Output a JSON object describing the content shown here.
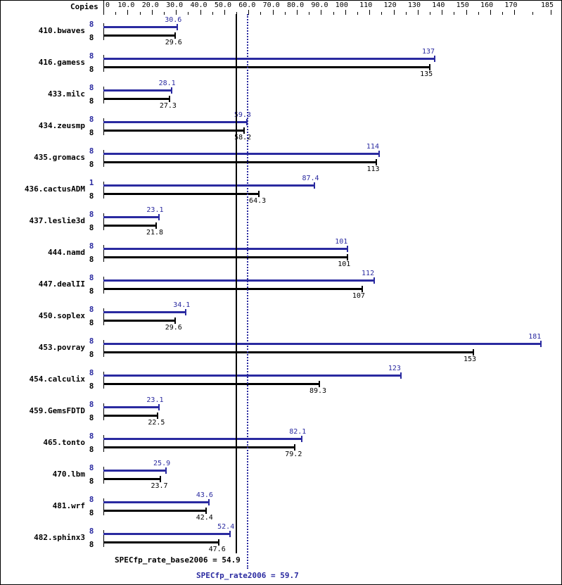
{
  "chart_data": {
    "type": "bar",
    "orientation": "horizontal",
    "title": "",
    "xlabel": "",
    "ylabel": "",
    "copies_header": "Copies",
    "xlim": [
      0,
      185
    ],
    "tick_labels": [
      "0",
      "10.0",
      "20.0",
      "30.0",
      "40.0",
      "50.0",
      "60.0",
      "70.0",
      "80.0",
      "90.0",
      "100",
      "110",
      "120",
      "130",
      "140",
      "150",
      "160",
      "170",
      "185"
    ],
    "tick_values": [
      0,
      10,
      20,
      30,
      40,
      50,
      60,
      70,
      80,
      90,
      100,
      110,
      120,
      130,
      140,
      150,
      160,
      170,
      185
    ],
    "categories": [
      "410.bwaves",
      "416.gamess",
      "433.milc",
      "434.zeusmp",
      "435.gromacs",
      "436.cactusADM",
      "437.leslie3d",
      "444.namd",
      "447.dealII",
      "450.soplex",
      "453.povray",
      "454.calculix",
      "459.GemsFDTD",
      "465.tonto",
      "470.lbm",
      "481.wrf",
      "482.sphinx3"
    ],
    "series": [
      {
        "name": "SPECfp_rate2006 (peak)",
        "color": "#2a2aa0",
        "copies": [
          8,
          8,
          8,
          8,
          8,
          1,
          8,
          8,
          8,
          8,
          8,
          8,
          8,
          8,
          8,
          8,
          8
        ],
        "values": [
          30.6,
          137,
          28.1,
          59.3,
          114,
          87.4,
          23.1,
          101,
          112,
          34.1,
          181,
          123,
          23.1,
          82.1,
          25.9,
          43.6,
          52.4
        ],
        "labels": [
          "30.6",
          "137",
          "28.1",
          "59.3",
          "114",
          "87.4",
          "23.1",
          "101",
          "112",
          "34.1",
          "181",
          "123",
          "23.1",
          "82.1",
          "25.9",
          "43.6",
          "52.4"
        ]
      },
      {
        "name": "SPECfp_rate_base2006 (base)",
        "color": "#000000",
        "copies": [
          8,
          8,
          8,
          8,
          8,
          8,
          8,
          8,
          8,
          8,
          8,
          8,
          8,
          8,
          8,
          8,
          8
        ],
        "values": [
          29.6,
          135,
          27.3,
          58.2,
          113,
          64.3,
          21.8,
          101,
          107,
          29.6,
          153,
          89.3,
          22.5,
          79.2,
          23.7,
          42.4,
          47.6
        ],
        "labels": [
          "29.6",
          "135",
          "27.3",
          "58.2",
          "113",
          "64.3",
          "21.8",
          "101",
          "107",
          "29.6",
          "153",
          "89.3",
          "22.5",
          "79.2",
          "23.7",
          "42.4",
          "47.6"
        ]
      }
    ],
    "reference_lines": [
      {
        "name": "SPECfp_rate_base2006",
        "value": 54.9,
        "label": "SPECfp_rate_base2006 = 54.9",
        "style": "solid",
        "color": "#000000"
      },
      {
        "name": "SPECfp_rate2006",
        "value": 59.7,
        "label": "SPECfp_rate2006 = 59.7",
        "style": "dotted",
        "color": "#2a2aa0"
      }
    ],
    "grid": false,
    "legend": "none"
  }
}
